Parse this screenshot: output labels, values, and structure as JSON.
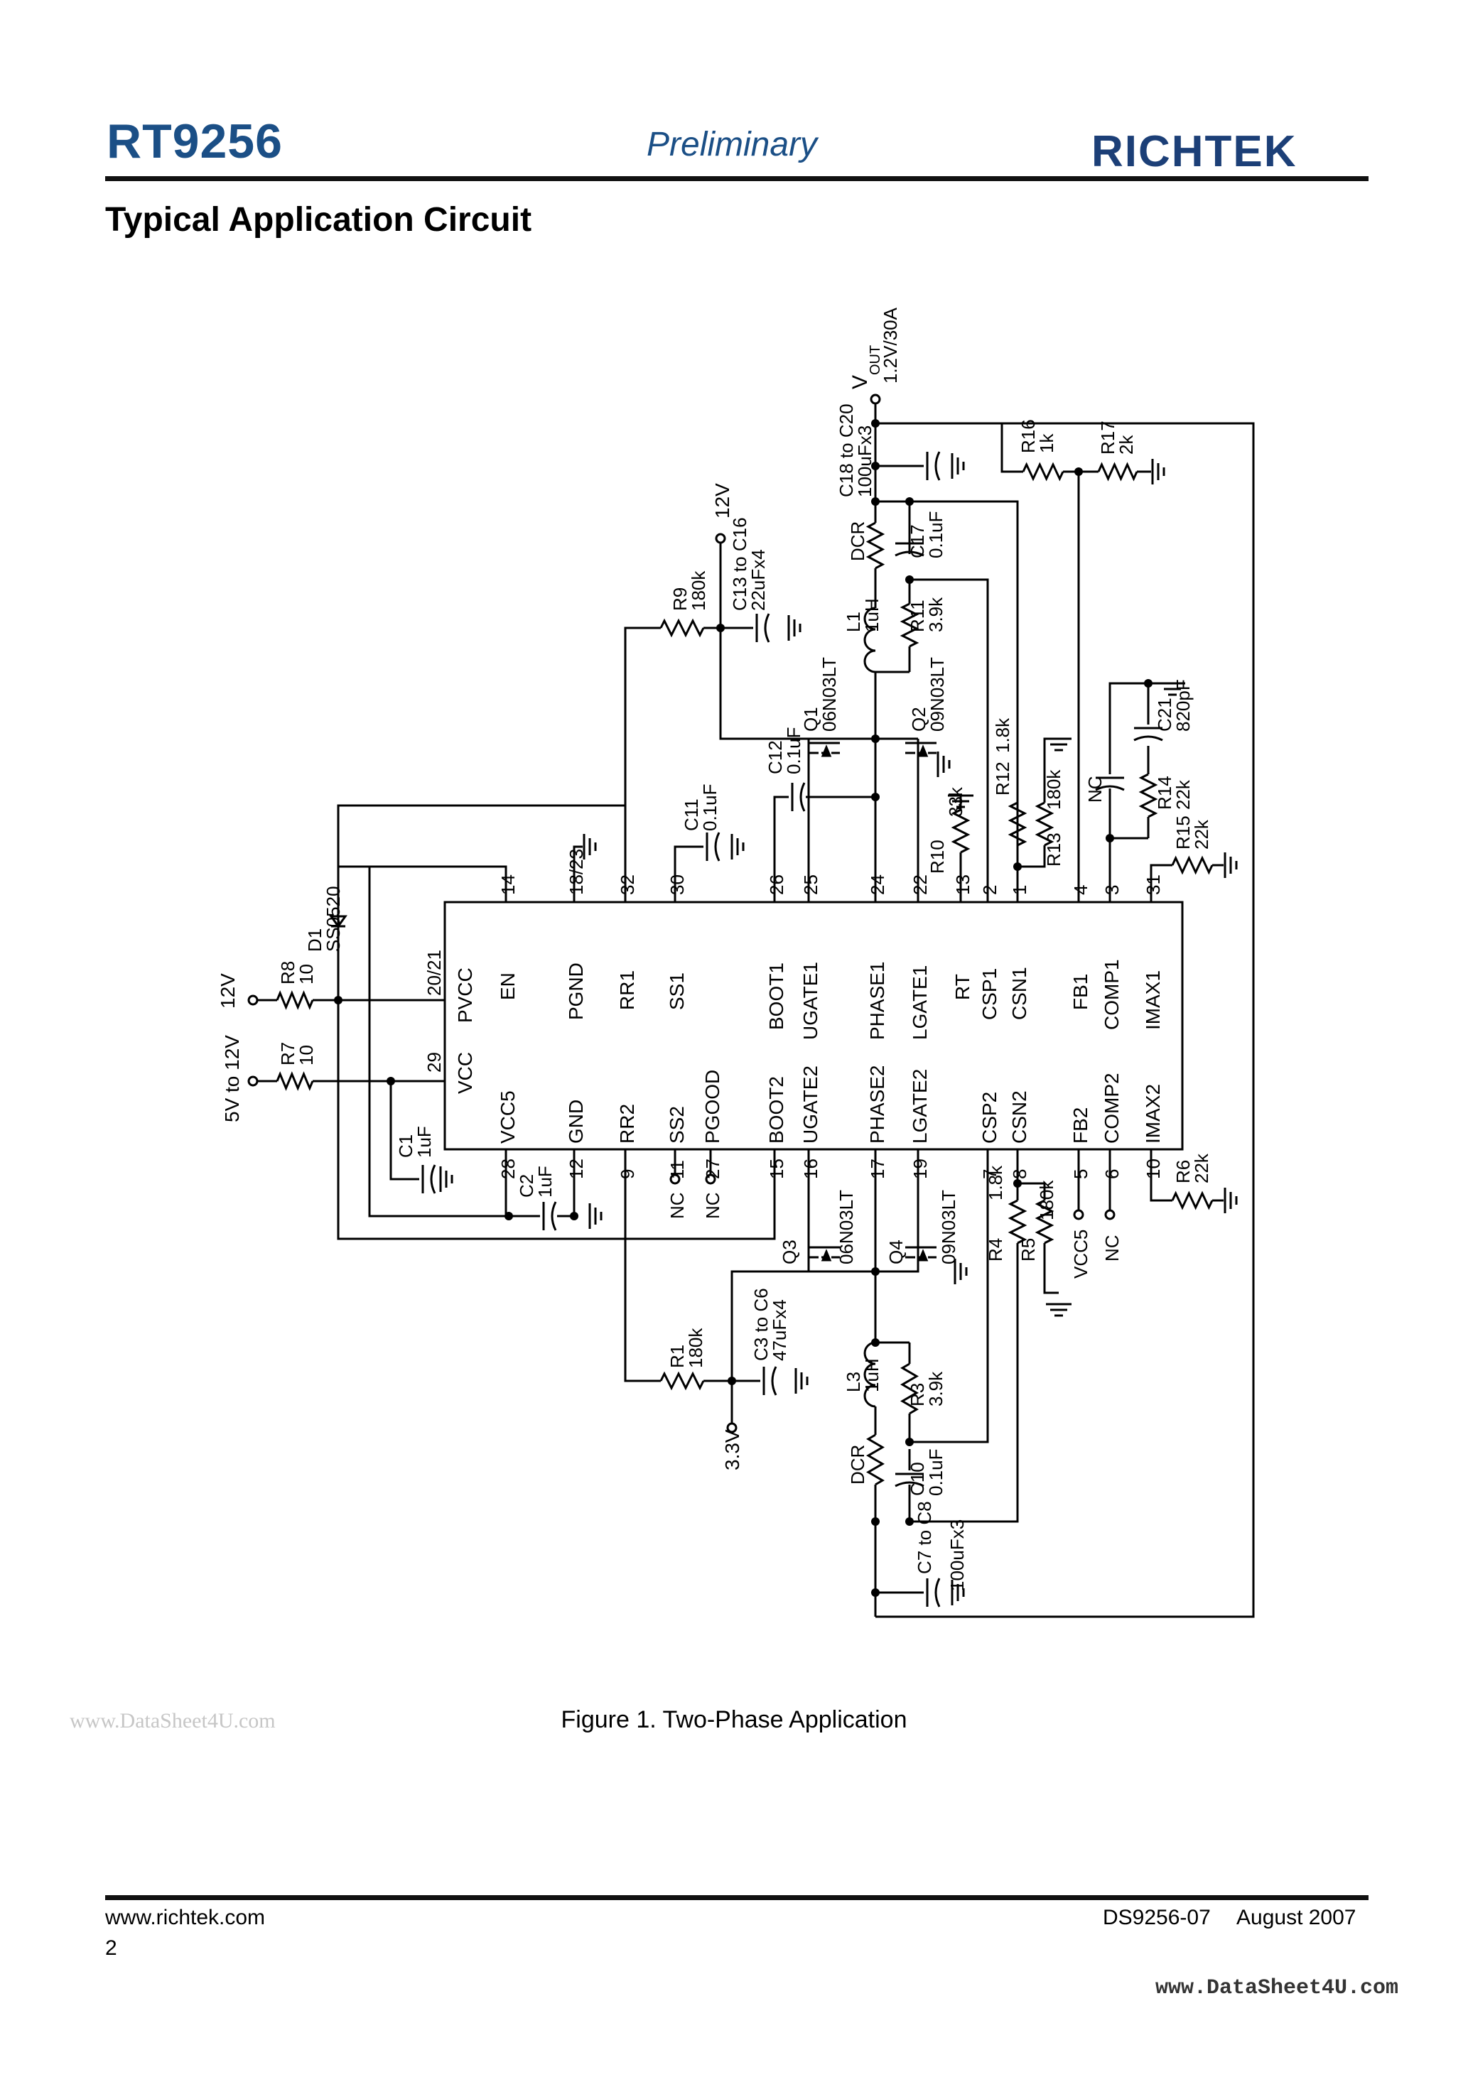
{
  "header": {
    "title": "RT9256",
    "status": "Preliminary",
    "logo_text": "RICHTEK"
  },
  "section_title": "Typical Application Circuit",
  "schematic": {
    "ic_pins_top": [
      {
        "num": "14",
        "name": "EN"
      },
      {
        "num": "18/23",
        "name": "PGND"
      },
      {
        "num": "32",
        "name": "RR1"
      },
      {
        "num": "30",
        "name": "SS1"
      },
      {
        "num": "26",
        "name": "BOOT1"
      },
      {
        "num": "25",
        "name": "UGATE1"
      },
      {
        "num": "24",
        "name": "PHASE1"
      },
      {
        "num": "22",
        "name": "LGATE1"
      },
      {
        "num": "13",
        "name": "RT"
      },
      {
        "num": "2",
        "name": "CSP1"
      },
      {
        "num": "1",
        "name": "CSN1"
      },
      {
        "num": "4",
        "name": "FB1"
      },
      {
        "num": "3",
        "name": "COMP1"
      },
      {
        "num": "31",
        "name": "IMAX1"
      }
    ],
    "ic_pins_bottom": [
      {
        "num": "28",
        "name": "VCC5"
      },
      {
        "num": "12",
        "name": "GND"
      },
      {
        "num": "9",
        "name": "RR2"
      },
      {
        "num": "11",
        "name": "SS2"
      },
      {
        "num": "27",
        "name": "PGOOD"
      },
      {
        "num": "15",
        "name": "BOOT2"
      },
      {
        "num": "16",
        "name": "UGATE2"
      },
      {
        "num": "17",
        "name": "PHASE2"
      },
      {
        "num": "19",
        "name": "LGATE2"
      },
      {
        "num": "7",
        "name": "CSP2"
      },
      {
        "num": "8",
        "name": "CSN2"
      },
      {
        "num": "5",
        "name": "FB2"
      },
      {
        "num": "6",
        "name": "COMP2"
      },
      {
        "num": "10",
        "name": "IMAX2"
      }
    ],
    "ic_pins_left": [
      {
        "num": "20/21",
        "name": "PVCC"
      },
      {
        "num": "29",
        "name": "VCC"
      }
    ],
    "supply_12v": "12V",
    "supply_5v_12v": "5V to 12V",
    "supply_12v_top": "12V",
    "supply_3v3": "3.3V",
    "vout_label": "V",
    "vout_sub": "OUT",
    "vout_rating": "1.2V/30A",
    "r8": [
      "R8",
      "10"
    ],
    "r7": [
      "R7",
      "10"
    ],
    "d1": [
      "D1",
      "SS0520"
    ],
    "c1": [
      "C1",
      "1uF"
    ],
    "c2": [
      "C2",
      "1uF"
    ],
    "r9": [
      "R9",
      "180k"
    ],
    "c13": [
      "C13 to C16",
      "22uFx4"
    ],
    "c11": [
      "C11",
      "0.1uF"
    ],
    "c12": [
      "C12",
      "0.1uF"
    ],
    "q1": [
      "Q1",
      "06N03LT"
    ],
    "q2": [
      "Q2",
      "09N03LT"
    ],
    "l1": [
      "L1",
      "1uH"
    ],
    "dcr": "DCR",
    "r11": [
      "R11",
      "3.9k"
    ],
    "c17": [
      "C17",
      "0.1uF"
    ],
    "c18": [
      "C18 to C20",
      "100uFx3"
    ],
    "r16": [
      "R16",
      "1k"
    ],
    "r17": [
      "R17",
      "2k"
    ],
    "r10": [
      "R10",
      "33k"
    ],
    "r12": [
      "R12",
      "1.8k"
    ],
    "r13": [
      "R13",
      "180k"
    ],
    "nc": "NC",
    "c21": [
      "C21",
      "820pF"
    ],
    "r14": [
      "R14",
      "22k"
    ],
    "r15": [
      "R15",
      "22k"
    ],
    "r6": [
      "R6",
      "22k"
    ],
    "r4": [
      "R4",
      "1.8k"
    ],
    "r5": [
      "R5",
      "180k"
    ],
    "vcc5_label": "VCC5",
    "q3": [
      "Q3",
      "06N03LT"
    ],
    "q4": [
      "Q4",
      "09N03LT"
    ],
    "r1": [
      "R1",
      "180k"
    ],
    "c3": [
      "C3 to C6",
      "47uFx4"
    ],
    "l3": [
      "L3",
      "1uH"
    ],
    "r3": [
      "R3",
      "3.9k"
    ],
    "c10": [
      "C10",
      "0.1uF"
    ],
    "c7": [
      "C7 to C8",
      "100uFx3"
    ]
  },
  "watermark_left": "www.DataSheet4U.com",
  "figure_caption": "Figure 1. Two-Phase Application",
  "footer": {
    "url": "www.richtek.com",
    "page": "2",
    "doc_id": "DS9256-07",
    "date": "August  2007"
  },
  "watermark_right": "www.DataSheet4U.com"
}
